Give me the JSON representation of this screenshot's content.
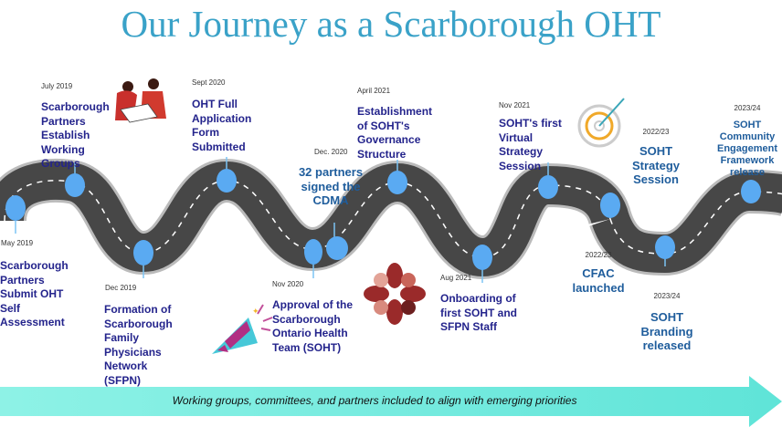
{
  "title": "Our Journey as a Scarborough OHT",
  "milestones": [
    {
      "date": "May 2019",
      "text": "Scarborough Partners Submit OHT Self Assessment"
    },
    {
      "date": "July 2019",
      "text": "Scarborough Partners Establish Working Groups"
    },
    {
      "date": "Dec 2019",
      "text": "Formation of Scarborough Family Physicians Network (SFPN)"
    },
    {
      "date": "Sept 2020",
      "text": "OHT Full Application Form Submitted"
    },
    {
      "date": "Nov 2020",
      "text": "Approval of the Scarborough Ontario Health Team (SOHT)"
    },
    {
      "date": "Dec. 2020",
      "text": "32 partners signed the CDMA"
    },
    {
      "date": "April 2021",
      "text": "Establishment of SOHT's Governance Structure"
    },
    {
      "date": "Aug 2021",
      "text": "Onboarding of first SOHT and SFPN Staff"
    },
    {
      "date": "Nov 2021",
      "text": "SOHT's first Virtual Strategy Session"
    },
    {
      "date": "2022/23",
      "text": "CFAC launched"
    },
    {
      "date": "2022/23",
      "text": "SOHT Strategy Session"
    },
    {
      "date": "2023/24",
      "text": "SOHT Branding released"
    },
    {
      "date": "2023/24",
      "text": "SOHT Community Engagement Framework release"
    }
  ],
  "arrow_text": "Working groups, committees, and partners included to align with emerging priorities",
  "colors": {
    "title": "#3aa2c8",
    "marker": "#5aaaf2",
    "road": "#4a4a4a",
    "arrow": "#6fe8dc"
  }
}
